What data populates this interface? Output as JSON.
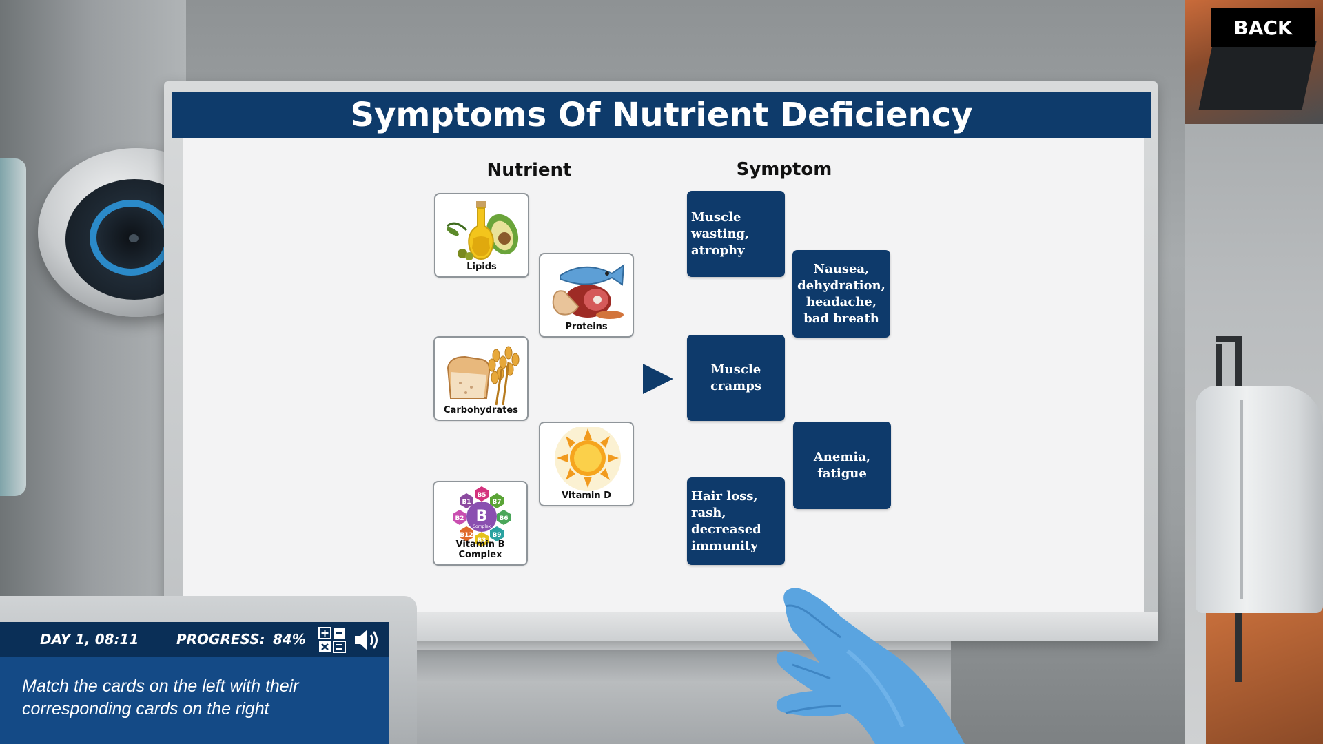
{
  "nav": {
    "back_label": "BACK"
  },
  "board": {
    "title": "Symptoms Of Nutrient Deficiency",
    "nutrient_heading": "Nutrient",
    "symptom_heading": "Symptom",
    "nutrients": [
      {
        "label": "Lipids",
        "icon": "oil-avocado-icon"
      },
      {
        "label": "Proteins",
        "icon": "fish-meat-icon"
      },
      {
        "label": "Carbohydrates",
        "icon": "bread-wheat-icon"
      },
      {
        "label": "Vitamin D",
        "icon": "sun-icon"
      },
      {
        "label": "Vitamin B Complex",
        "icon": "vitamin-b-complex-icon"
      }
    ],
    "symptoms": [
      {
        "label": "Muscle wasting, atrophy"
      },
      {
        "label": "Nausea, dehydration, headache, bad breath"
      },
      {
        "label": "Muscle cramps"
      },
      {
        "label": "Anemia, fatigue"
      },
      {
        "label": "Hair loss, rash, decreased immunity"
      }
    ],
    "vitamin_b": {
      "center": "B",
      "center_sub": "Complex",
      "hexagons": [
        "B5",
        "B1",
        "B7",
        "B2",
        "B6",
        "B12",
        "B9",
        "B3"
      ]
    }
  },
  "hud": {
    "day_time": "DAY 1, 08:11",
    "progress_label": "PROGRESS:",
    "progress_value": "84%",
    "instructions": "Match the cards on the left with their corresponding cards on the right"
  },
  "colors": {
    "board_header": "#0e3b6b",
    "symptom_card": "#0e3a6b",
    "hud_bar": "#0a2f57",
    "hud_panel": "#144a86"
  }
}
